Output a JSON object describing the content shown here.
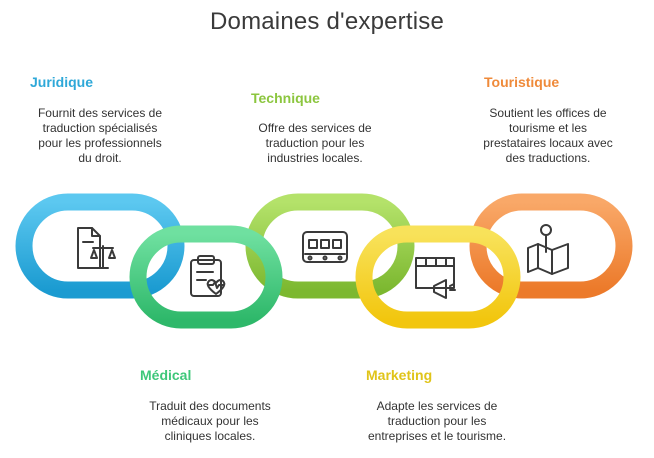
{
  "title": "Domaines d'expertise",
  "domains": [
    {
      "id": "juridique",
      "label": "Juridique",
      "description_lines": [
        "Fournit des services de",
        "traduction spécialisés",
        "pour les professionnels",
        "du droit."
      ],
      "color": "#2ea8d8",
      "icon": "legal-document-scale-icon"
    },
    {
      "id": "medical",
      "label": "Médical",
      "description_lines": [
        "Traduit des documents",
        "médicaux pour les",
        "cliniques locales."
      ],
      "color": "#3ec77a",
      "icon": "clipboard-heart-icon"
    },
    {
      "id": "technique",
      "label": "Technique",
      "description_lines": [
        "Offre des services de",
        "traduction pour les",
        "industries locales."
      ],
      "color": "#8cc63f",
      "icon": "conveyor-belt-icon"
    },
    {
      "id": "marketing",
      "label": "Marketing",
      "description_lines": [
        "Adapte les services de",
        "traduction pour les",
        "entreprises et le tourisme."
      ],
      "color": "#e0c419",
      "icon": "billboard-megaphone-icon"
    },
    {
      "id": "touristique",
      "label": "Touristique",
      "description_lines": [
        "Soutient les offices de",
        "tourisme et les",
        "prestataires locaux avec",
        "des traductions."
      ],
      "color": "#ef8a3a",
      "icon": "map-pin-icon"
    }
  ]
}
